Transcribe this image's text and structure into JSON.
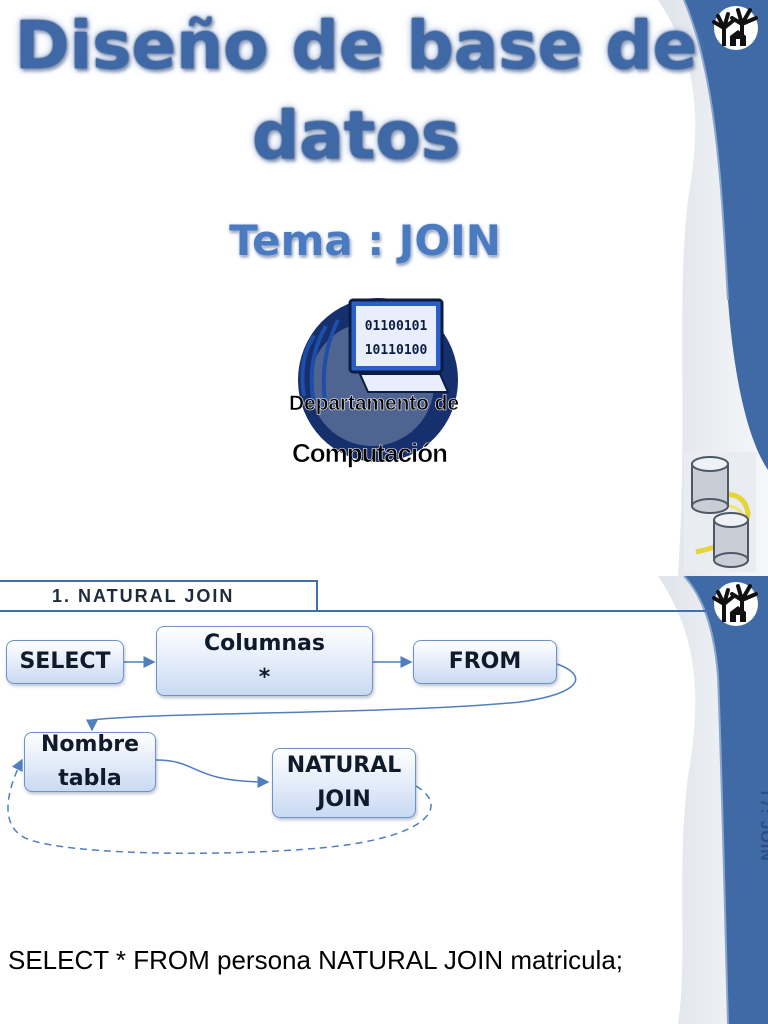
{
  "slide1": {
    "title_line1": "Diseño de base de",
    "title_line2": "datos",
    "subtitle": "Tema : JOIN",
    "logo_line1": "Departamento de",
    "logo_line2": "Computación",
    "logo_screen_row1": "01100101",
    "logo_screen_row2": "10110100"
  },
  "slide2": {
    "section_label": "1. NATURAL JOIN",
    "side_label": "T7: JOIN",
    "flow": {
      "select": "SELECT",
      "columnas_line1": "Columnas",
      "columnas_line2": "*",
      "from": "FROM",
      "nombre_line1": "Nombre",
      "nombre_line2": "tabla",
      "natural_line1": "NATURAL",
      "natural_line2": "JOIN"
    },
    "sql_example": "SELECT * FROM persona NATURAL JOIN matricula;"
  },
  "colors": {
    "accent_blue": "#3f6fb0",
    "title_blue": "#3f69a6",
    "band_dark": "#3f6aa6",
    "box_border": "#6c92c6"
  },
  "icons": [
    "palm-house-icon",
    "department-logo-icon",
    "database-icon"
  ]
}
